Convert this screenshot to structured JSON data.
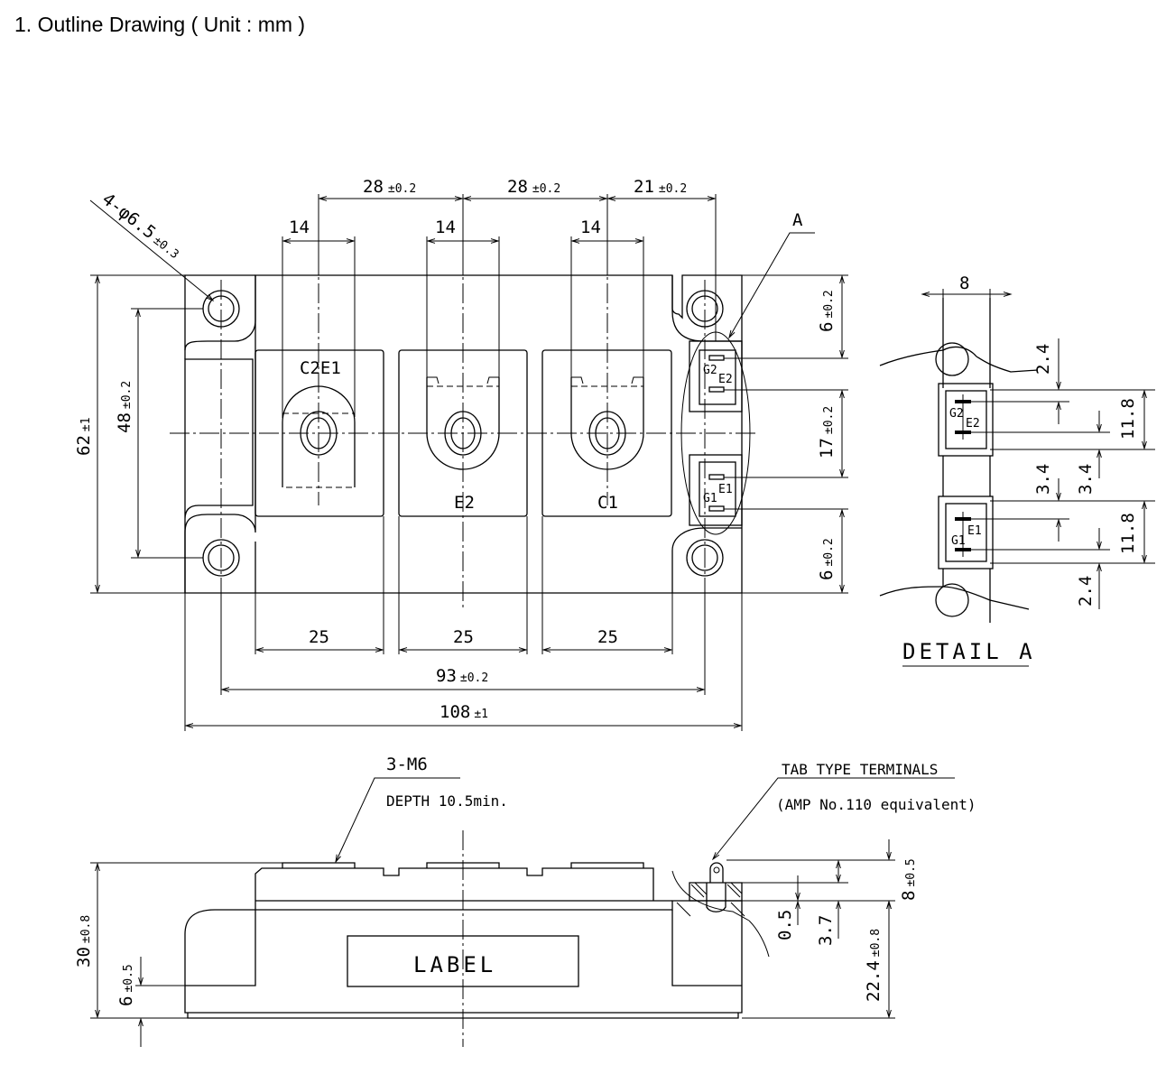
{
  "title": "1. Outline Drawing ( Unit : mm )",
  "top_view": {
    "dims": {
      "pitch1": "28",
      "pitch1_tol": "±0.2",
      "pitch2": "28",
      "pitch2_tol": "±0.2",
      "pitch3": "21",
      "pitch3_tol": "±0.2",
      "w14_a": "14",
      "w14_b": "14",
      "w14_c": "14",
      "hole": "4-φ6.5",
      "hole_tol": "±0.3",
      "height": "62",
      "height_tol": "±1",
      "hole_pitch_v": "48",
      "hole_pitch_v_tol": "±0.2",
      "w25_a": "25",
      "w25_b": "25",
      "w25_c": "25",
      "hole_pitch_h": "93",
      "hole_pitch_h_tol": "±0.2",
      "width": "108",
      "width_tol": "±1",
      "r6a": "6",
      "r6a_tol": "±0.2",
      "r17": "17",
      "r17_tol": "±0.2",
      "r6b": "6",
      "r6b_tol": "±0.2"
    },
    "terminals": {
      "c2e1": "C2E1",
      "e2": "E2",
      "c1": "C1",
      "g2": "G2",
      "e2s": "E2",
      "e1": "E1",
      "g1": "G1"
    },
    "detail_marker": "A"
  },
  "detail": {
    "title": "DETAIL A",
    "dims": {
      "w8": "8",
      "d24a": "2.4",
      "d118a": "11.8",
      "d34a": "3.4",
      "d34b": "3.4",
      "d118b": "11.8",
      "d24b": "2.4"
    },
    "labels": {
      "g2": "G2",
      "e2": "E2",
      "e1": "E1",
      "g1": "G1"
    }
  },
  "side_view": {
    "m6": "3-M6",
    "depth": "DEPTH 10.5min.",
    "tab1": "TAB TYPE TERMINALS",
    "tab2": "(AMP No.110 equivalent)",
    "label": "LABEL",
    "dims": {
      "h30": "30",
      "h30_tol": "±0.8",
      "h6": "6",
      "h6_tol": "±0.5",
      "h8": "8",
      "h8_tol": "±0.5",
      "d05": "0.5",
      "d37": "3.7",
      "h224": "22.4",
      "h224_tol": "±0.8"
    }
  }
}
